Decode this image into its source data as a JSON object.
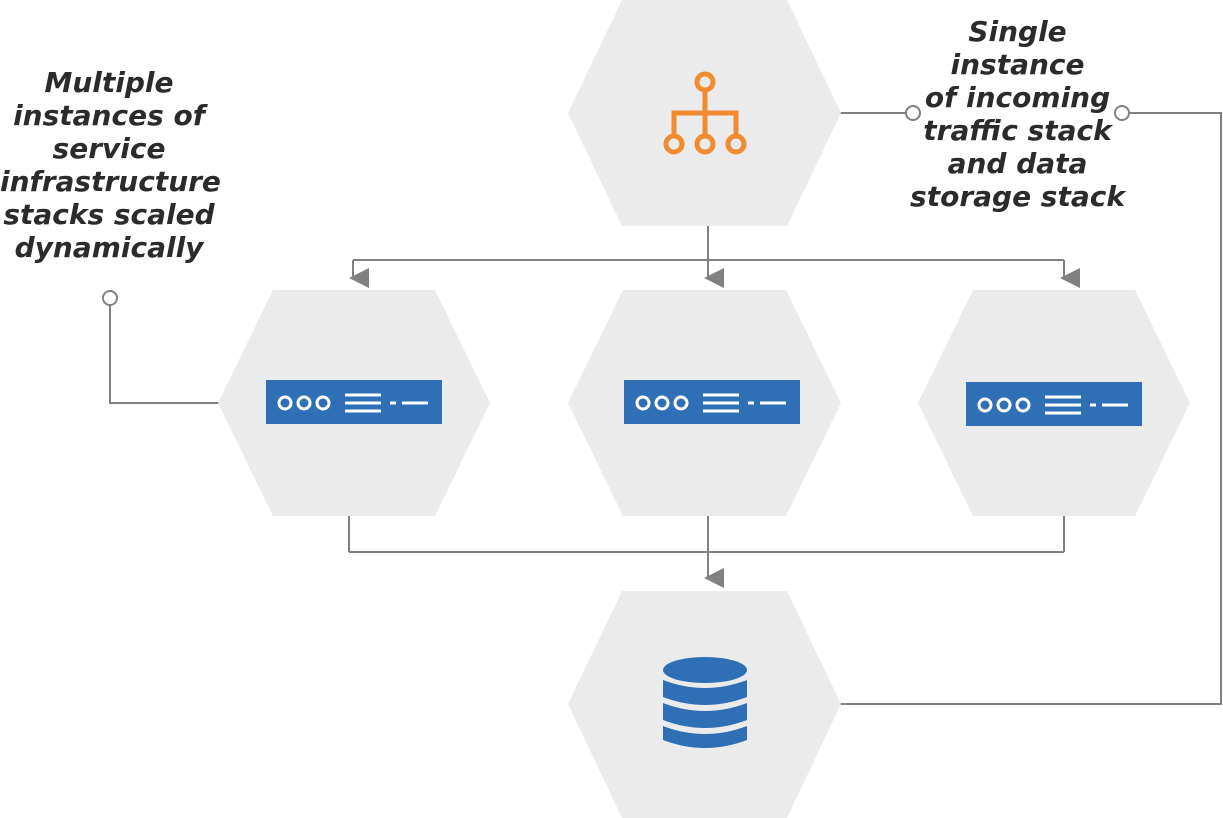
{
  "annotations": {
    "left_lines": [
      "Multiple",
      "instances of",
      "service",
      "infrastructure",
      "stacks scaled",
      "dynamically"
    ],
    "right_lines": [
      "Single",
      "instance",
      "of incoming",
      "traffic stack",
      "and data",
      "storage stack"
    ]
  },
  "nodes": {
    "top": {
      "icon": "load-balancer-icon"
    },
    "middle": [
      {
        "icon": "server-icon"
      },
      {
        "icon": "server-icon"
      },
      {
        "icon": "server-icon"
      }
    ],
    "bottom": {
      "icon": "database-icon"
    }
  },
  "colors": {
    "hexagon_fill": "#ebebeb",
    "connector": "#808080",
    "accent_orange": "#f28b30",
    "server_blue": "#2f6fb5",
    "text": "#2b2b2b"
  }
}
